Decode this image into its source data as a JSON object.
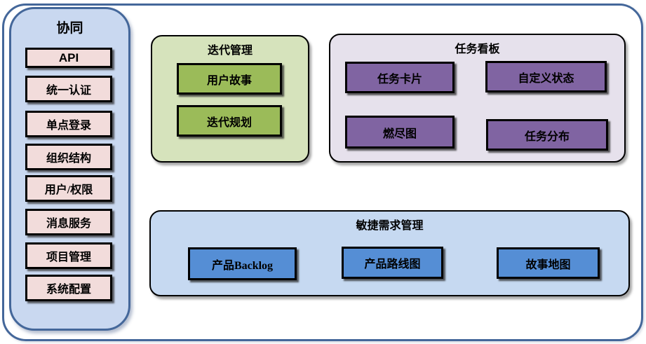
{
  "palette": {
    "outer_border": "#44679A",
    "sidebar_bg": "#C9D8F0",
    "sidebar_border": "#44679A",
    "pink_box_bg": "#F2DCDB",
    "green_section_bg": "#D6E3BC",
    "green_box_bg": "#9BBB59",
    "purple_section_bg": "#E6E1EC",
    "purple_box_bg": "#8064A2",
    "blue_section_bg": "#C6D9F1",
    "blue_box_bg": "#558ED5",
    "box_border": "#000000"
  },
  "sidebar": {
    "title": "协同",
    "items": [
      {
        "label": "API"
      },
      {
        "label": "统一认证"
      },
      {
        "label": "单点登录"
      },
      {
        "label": "组织结构"
      },
      {
        "label": "用户/权限"
      },
      {
        "label": "消息服务"
      },
      {
        "label": "项目管理"
      },
      {
        "label": "系统配置"
      }
    ]
  },
  "sections": {
    "iteration": {
      "title": "迭代管理",
      "items": [
        "用户故事",
        "迭代规划"
      ]
    },
    "taskboard": {
      "title": "任务看板",
      "items": [
        "任务卡片",
        "自定义状态",
        "燃尽图",
        "任务分布"
      ]
    },
    "requirements": {
      "title": "敏捷需求管理",
      "items": [
        "产品Backlog",
        "产品路线图",
        "故事地图"
      ]
    }
  }
}
